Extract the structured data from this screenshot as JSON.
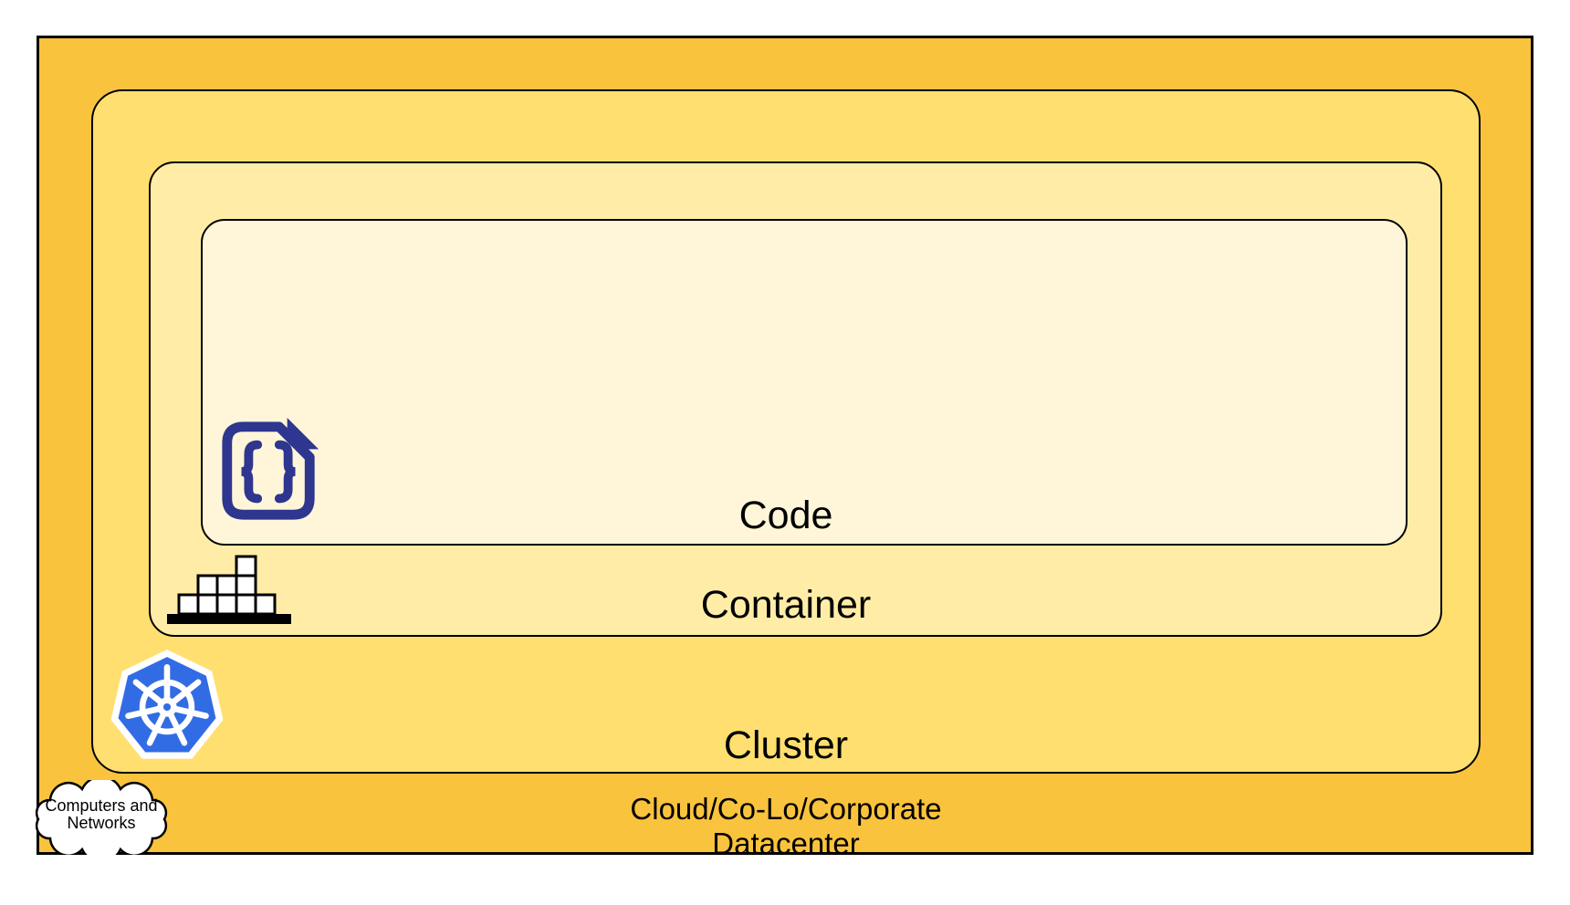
{
  "layers": {
    "code": {
      "label": "Code"
    },
    "container": {
      "label": "Container"
    },
    "cluster": {
      "label": "Cluster"
    },
    "datacenter": {
      "label_line1": "Cloud/Co-Lo/Corporate",
      "label_line2": "Datacenter"
    }
  },
  "cloud_callout": {
    "line1": "Computers and",
    "line2": "Networks"
  },
  "icons": {
    "code_file": "code-file-icon",
    "container_stack": "container-stack-icon",
    "kubernetes": "kubernetes-helm-icon",
    "cloud": "cloud-shape-icon"
  },
  "colors": {
    "datacenter-fill": "#FAC33D",
    "cluster-fill": "#FFDF70",
    "container-fill": "#FFEDA7",
    "code-fill": "#FFF6D9",
    "border": "#000000",
    "code-icon-indigo": "#2E368F",
    "kubernetes-blue": "#326CE5"
  }
}
